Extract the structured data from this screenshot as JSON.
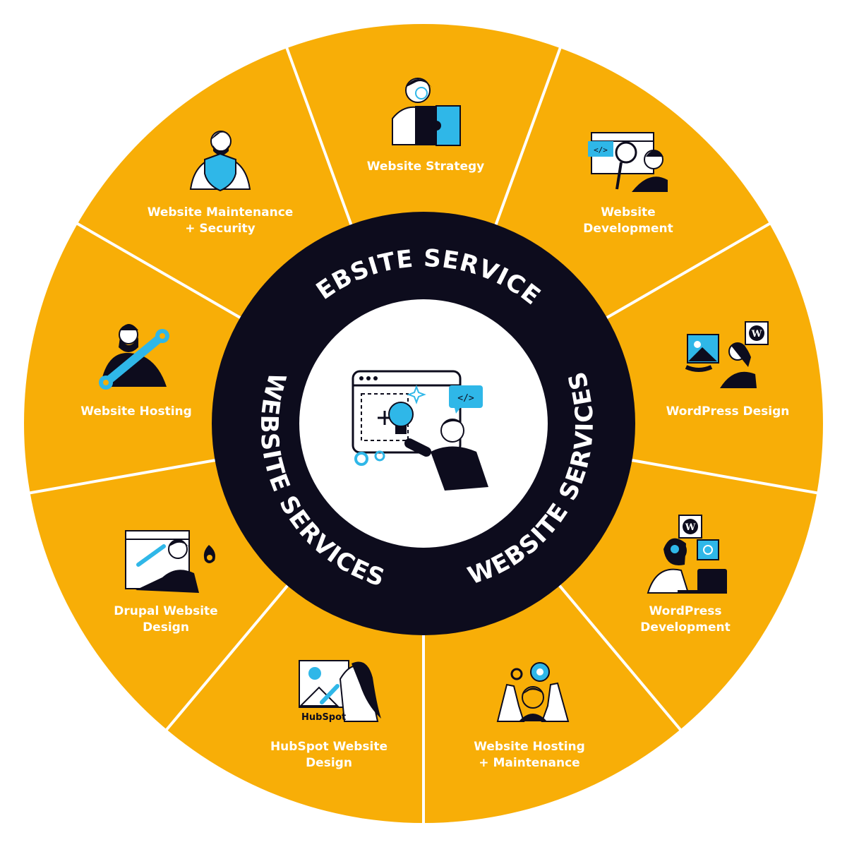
{
  "diagram": {
    "ring_text": [
      "WEBSITE SERVICES",
      "WEBSITE SERVICES",
      "WEBSITE SERVICES"
    ],
    "segments": [
      {
        "label": "Website Strategy",
        "icon": "puzzle-person-icon"
      },
      {
        "label": "Website\nDevelopment",
        "icon": "code-magnifier-person-icon"
      },
      {
        "label": "WordPress Design",
        "icon": "wordpress-image-person-icon"
      },
      {
        "label": "WordPress\nDevelopment",
        "icon": "wordpress-laptop-person-icon"
      },
      {
        "label": "Website Hosting\n+ Maintenance",
        "icon": "gears-person-icon"
      },
      {
        "label": "HubSpot Website\nDesign",
        "icon": "hubspot-drawing-person-icon"
      },
      {
        "label": "Drupal Website\nDesign",
        "icon": "drupal-drawing-person-icon"
      },
      {
        "label": "Website Hosting",
        "icon": "wrench-person-icon"
      },
      {
        "label": "Website Maintenance\n+ Security",
        "icon": "shield-person-icon"
      }
    ],
    "center_icon": "idea-lightbulb-person-icon",
    "hubspot_logo_text": "HubSpot",
    "colors": {
      "segment": "#F8AE07",
      "ring": "#0D0C1D",
      "divider": "#FFFFFF",
      "accent": "#2FB7E8",
      "center": "#FFFFFF"
    }
  }
}
